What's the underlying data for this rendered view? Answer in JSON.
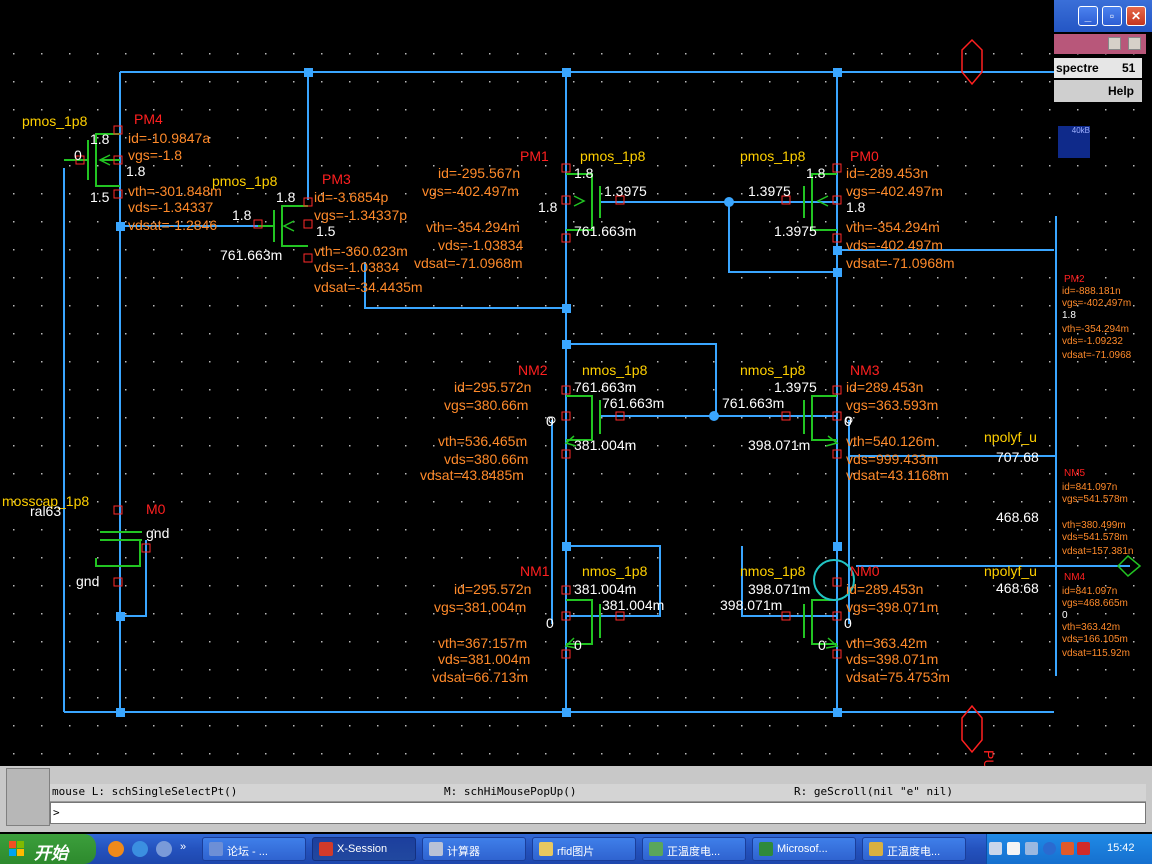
{
  "schematic": {
    "devices": {
      "pm4": {
        "name": "PM4",
        "model": "pmos_1p8",
        "pin_top": "1.8",
        "pin_mid": "1.8",
        "pin_bot": "1.5",
        "pin_left": "0",
        "params": [
          "id=-10.9847a",
          "vgs=-1.8",
          "vth=-301.848m",
          "vds=-1.34337",
          "vdsat=-1.2846"
        ]
      },
      "pm3": {
        "name": "PM3",
        "model": "pmos_1p8",
        "pin_top": "1.8",
        "pin_left": "1.8",
        "pin_bot": "1.5",
        "pin_drain": "761.663m",
        "params": [
          "id=-3.6854p",
          "vgs=-1.34337p",
          "vth=-360.023m",
          "vds=-1.03834",
          "vdsat=-34.4435m"
        ]
      },
      "pm1": {
        "name": "PM1",
        "model": "pmos_1p8",
        "pin_top": "1.8",
        "pin_mid": "1.8",
        "pin_gate": "1.3975",
        "pin_drain": "761.663m",
        "params": [
          "id=-295.567n",
          "vgs=-402.497m",
          "vth=-354.294m",
          "vds=-1.03834",
          "vdsat=-71.0968m"
        ]
      },
      "pm0": {
        "name": "PM0",
        "model": "pmos_1p8",
        "pin_top": "1.8",
        "pin_mid": "1.8",
        "pin_gate": "1.3975",
        "pin_drain": "1.3975",
        "params": [
          "id=-289.453n",
          "vgs=-402.497m",
          "vth=-354.294m",
          "vds=-402.497m",
          "vdsat=-71.0968m"
        ]
      },
      "nm2": {
        "name": "NM2",
        "model": "nmos_1p8",
        "pin_top": "761.663m",
        "pin_gate": "761.663m",
        "pin_src": "381.004m",
        "pin_body": "0",
        "params": [
          "id=295.572n",
          "vgs=380.66m",
          "vth=536.465m",
          "vds=380.66m",
          "vdsat=43.8485m"
        ]
      },
      "nm3": {
        "name": "NM3",
        "model": "nmos_1p8",
        "pin_top": "1.3975",
        "pin_gate": "761.663m",
        "pin_src": "398.071m",
        "pin_body": "0",
        "params": [
          "id=289.453n",
          "vgs=363.593m",
          "vth=540.126m",
          "vds=999.433m",
          "vdsat=43.1168m"
        ]
      },
      "nm1": {
        "name": "NM1",
        "model": "nmos_1p8",
        "pin_top": "381.004m",
        "pin_gate": "381.004m",
        "pin_src": "0",
        "pin_body": "0",
        "params": [
          "id=295.572n",
          "vgs=381.004m",
          "vth=367.157m",
          "vds=381.004m",
          "vdsat=66.713m"
        ]
      },
      "nm0": {
        "name": "NM0",
        "model": "nmos_1p8",
        "pin_top": "398.071m",
        "pin_gate": "398.071m",
        "pin_src": "0",
        "pin_body": "0",
        "params": [
          "id=289.453n",
          "vgs=398.071m",
          "vth=363.42m",
          "vds=398.071m",
          "vdsat=75.4753m"
        ]
      },
      "m0": {
        "name": "M0",
        "model": "mosscap_1p8",
        "sub": "ral63",
        "term": "gnd",
        "term2": "gnd"
      }
    },
    "right_labels": {
      "npoly1": "npolyf_u",
      "npoly1_val": "707.68",
      "mid_val": "468.68",
      "npoly2": "npolyf_u",
      "npoly2_val": "468.68",
      "pub": "PUB"
    },
    "side_ops": {
      "pm2": {
        "name": "PM2",
        "params": [
          "id=-888.181n",
          "vgs=-402.497m",
          "1.8",
          "vth=-354.294m",
          "vds=-1.09232",
          "vdsat=-71.0968"
        ]
      },
      "nm5": {
        "name": "NM5",
        "params": [
          "id=841.097n",
          "vgs=541.578m",
          "vth=380.499m",
          "vds=541.578m",
          "vdsat=157.381n"
        ]
      },
      "nm4": {
        "name": "NM4",
        "params": [
          "id=841.097n",
          "vgs=468.665m",
          "0",
          "vth=363.42m",
          "vds=166.105m",
          "vdsat=115.92m"
        ]
      }
    }
  },
  "side_window": {
    "app": "spectre",
    "count": "51",
    "help": "Help",
    "kb": "40kB"
  },
  "status": {
    "mouse_l": "mouse L: schSingleSelectPt()",
    "mouse_m": "M: schHiMousePopUp()",
    "mouse_r": "R: geScroll(nil \"e\" nil)",
    "prompt": ">"
  },
  "taskbar": {
    "start": "开始",
    "tasks": [
      "论坛 - ...",
      "X-Session",
      "计算器",
      "rfid图片",
      "正温度电...",
      "Microsof...",
      "正温度电..."
    ],
    "clock": "15:42"
  },
  "colors": {
    "wire": "#3aa6ff",
    "device": "#22c422",
    "label": "#ff8a2a",
    "name": "#ff2020",
    "pin": "#ffffff",
    "model": "#ffd000"
  }
}
